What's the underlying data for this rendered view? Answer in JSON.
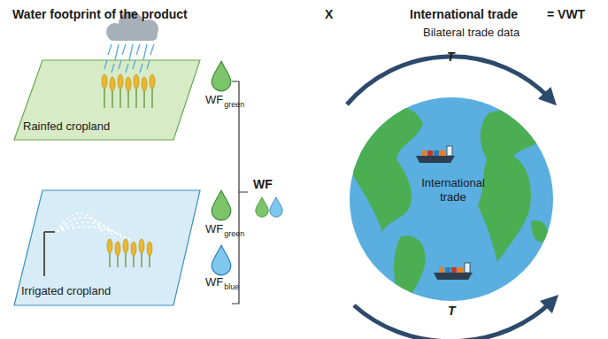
{
  "diagram": {
    "nodes": [
      {
        "text": [
          "Rainfed cropland"
        ]
      },
      {
        "text": [
          "Irrigated cropland"
        ]
      },
      {
        "text": [
          "International trade"
        ]
      }
    ],
    "labels": [
      "Water footprint of the product",
      "X",
      "International trade",
      "= VWT",
      "Bilateral trade data",
      "WF",
      "green",
      "WF",
      "green",
      "WF",
      "blue",
      "WF",
      "T",
      "T"
    ]
  }
}
